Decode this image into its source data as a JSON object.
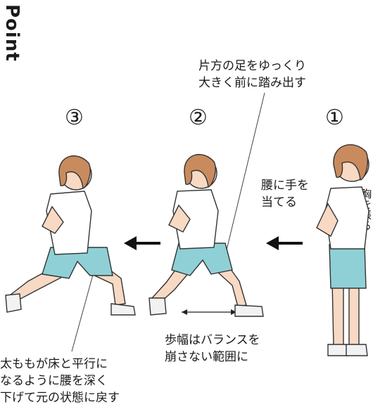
{
  "title": "Point",
  "steps": [
    {
      "number": "①"
    },
    {
      "number": "②"
    },
    {
      "number": "③"
    }
  ],
  "notes": {
    "step_out_line1": "片方の足をゆっくり",
    "step_out_line2": "大きく前に踏み出す",
    "hands_line1": "腰に手を",
    "hands_line2": "当てる",
    "chest": "胸を張る",
    "stride_line1": "歩幅はバランスを",
    "stride_line2": "崩さない範囲に",
    "thigh_line1": "太ももが床と平行に",
    "thigh_line2": "なるように腰を深く",
    "thigh_line3": "下げて元の状態に戻す"
  },
  "colors": {
    "skin": "#f7d9c4",
    "hair": "#c98b5e",
    "shirt": "#ffffff",
    "shorts": "#8fd0d6",
    "shoes": "#f2f2f2",
    "outline": "#222222"
  }
}
